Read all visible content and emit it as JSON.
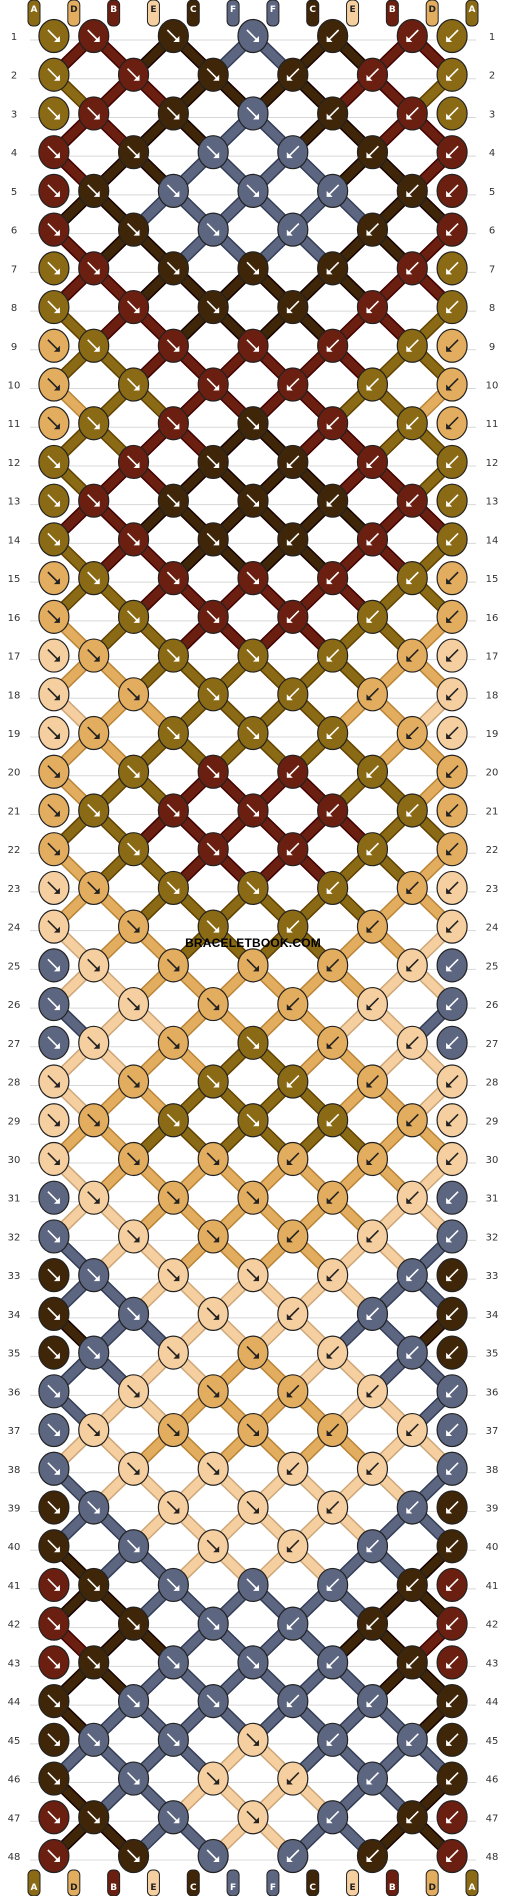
{
  "watermark": "BRACELETBOOK.COM",
  "strand_colors": {
    "A": "#8a6a14",
    "B": "#6a1f10",
    "C": "#3f2608",
    "D": "#e3ad5f",
    "E": "#f6cfa0",
    "F": "#5c6680"
  },
  "strand_labels": [
    "A",
    "D",
    "B",
    "E",
    "C",
    "F",
    "F",
    "C",
    "E",
    "B",
    "D",
    "A"
  ],
  "row_labels": [
    "1",
    "2",
    "3",
    "4",
    "5",
    "6",
    "7",
    "8",
    "9",
    "10",
    "11",
    "12",
    "13",
    "14",
    "15",
    "16",
    "17",
    "18",
    "19",
    "20",
    "21",
    "22",
    "23",
    "24",
    "25",
    "26",
    "27",
    "28",
    "29",
    "30",
    "31",
    "32",
    "33",
    "34",
    "35",
    "36",
    "37",
    "38",
    "39",
    "40",
    "41",
    "42",
    "43",
    "44",
    "45",
    "46",
    "47",
    "48"
  ],
  "knot_rows": [
    "AB C F C BA",
    "A B C C B A",
    "AB C F C BA",
    "B C F F C B",
    "BC F F F CB",
    "B C F F C B",
    "AB C C C BA",
    "A B C C B A",
    "DA B B B AD",
    "D A B B A D",
    "DA B C B AD",
    "A B C C B A",
    "AB C C C BA",
    "A B C C B A",
    "DA B B B AD",
    "D A B B A D",
    "ED A A A DE",
    "E D A A D E",
    "ED A A A DE",
    "D A B B A D",
    "DA B B B AD",
    "D A B B A D",
    "ED A A A DE",
    "E D A A D E",
    "FE D D D EF",
    "F E D D E F",
    "FE D A D EF",
    "E D A A D E",
    "ED A A A DE",
    "E D D D D E",
    "FE D D D EF",
    "F E D D E F",
    "CF E E E FC",
    "C F E E F C",
    "CF E D E FC",
    "F E D D E F",
    "FE D D D EF",
    "F E E E E F",
    "CF E E E FC",
    "C F E E F C",
    "BC F F F CB",
    "B C F F C B",
    "BC F F F CB",
    "C F F F F C",
    "CF F E F FC",
    "C F E E F C",
    "BC F E F CB",
    "B C F F C B"
  ]
}
